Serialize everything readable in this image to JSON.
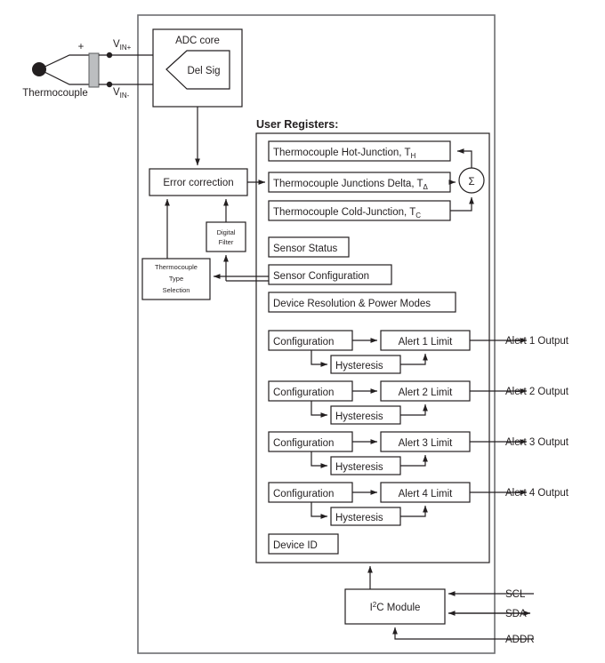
{
  "diagram": {
    "title": "Thermocouple sensor device block diagram",
    "sensor": {
      "label": "Thermocouple",
      "polarity_plus": "+",
      "vin_plus_main": "V",
      "vin_plus_sub": "IN+",
      "vin_minus_main": "V",
      "vin_minus_sub": "IN-"
    },
    "adc": {
      "title": "ADC core",
      "modulator": "Del Sig"
    },
    "signal_chain": {
      "error_correction": "Error correction",
      "digital_filter_line1": "Digital",
      "digital_filter_line2": "Filter",
      "type_selection_line1": "Thermocouple",
      "type_selection_line2": "Type",
      "type_selection_line3": "Selection"
    },
    "registers": {
      "heading": "User Registers:",
      "hot_junction_main": "Thermocouple Hot-Junction, T",
      "hot_junction_sub": "H",
      "junctions_delta_main": "Thermocouple Junctions Delta, T",
      "junctions_delta_sub": "Δ",
      "cold_junction_main": "Thermocouple Cold-Junction, T",
      "cold_junction_sub": "C",
      "sum_symbol": "Σ",
      "sensor_status": "Sensor Status",
      "sensor_configuration": "Sensor Configuration",
      "device_resolution": "Device Resolution & Power Modes",
      "device_id": "Device ID"
    },
    "alerts": [
      {
        "config": "Configuration",
        "limit": "Alert 1 Limit",
        "hysteresis": "Hysteresis",
        "output": "Alert 1 Output"
      },
      {
        "config": "Configuration",
        "limit": "Alert 2 Limit",
        "hysteresis": "Hysteresis",
        "output": "Alert 2 Output"
      },
      {
        "config": "Configuration",
        "limit": "Alert 3 Limit",
        "hysteresis": "Hysteresis",
        "output": "Alert 3 Output"
      },
      {
        "config": "Configuration",
        "limit": "Alert 4 Limit",
        "hysteresis": "Hysteresis",
        "output": "Alert 4 Output"
      }
    ],
    "interface": {
      "module_prefix": "I",
      "module_sup": "2",
      "module_suffix": "C Module",
      "scl": "SCL",
      "sda": "SDA",
      "addr": "ADDR"
    },
    "colors": {
      "line": "#231f20",
      "chip_border": "#6d6e71",
      "connector_fill": "#bcbec0",
      "background": "#ffffff"
    }
  }
}
